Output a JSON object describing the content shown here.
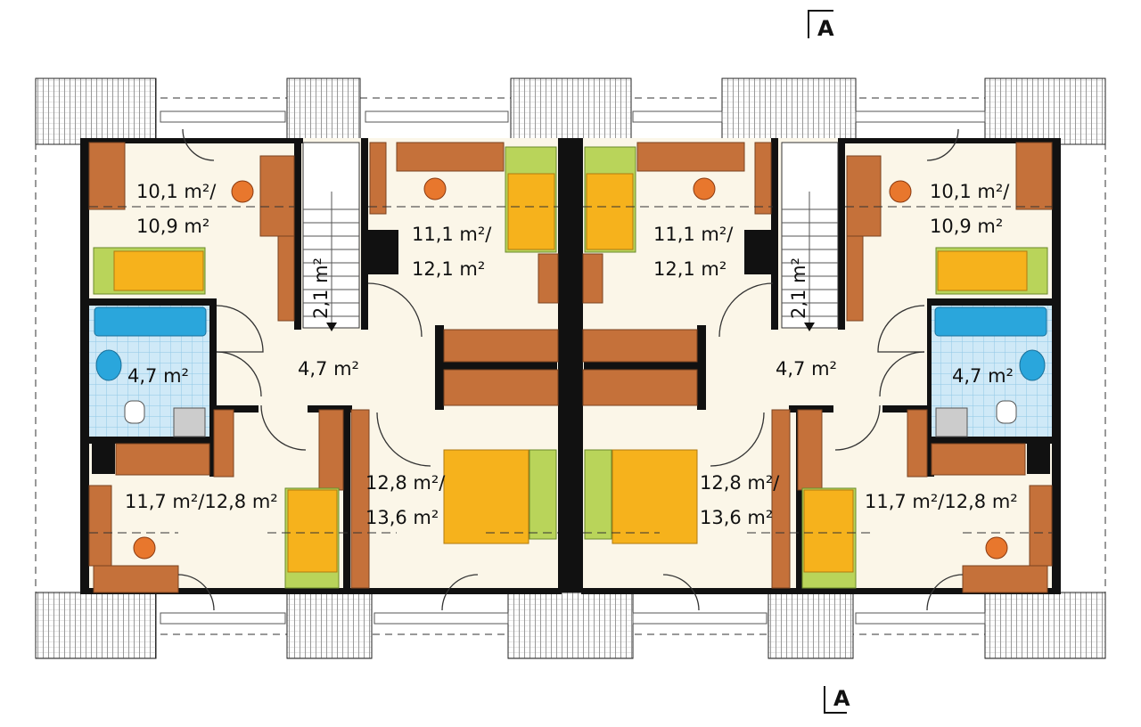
{
  "section_marks": [
    "A",
    "A"
  ],
  "rooms": {
    "left": {
      "bedroom_nw": {
        "line1": "10,1 m²/",
        "line2": "10,9 m²"
      },
      "bedroom_n": {
        "line1": "11,1 m²/",
        "line2": "12,1 m²"
      },
      "bathroom": "4,7 m²",
      "hall": "4,7 m²",
      "bedroom_sw": "11,7 m²/12,8 m²",
      "bedroom_s": {
        "line1": "12,8 m²/",
        "line2": "13,6 m²"
      },
      "stairs": "2,1 m²"
    },
    "right": {
      "bedroom_ne": {
        "line1": "10,1 m²/",
        "line2": "10,9 m²"
      },
      "bedroom_n": {
        "line1": "11,1 m²/",
        "line2": "12,1 m²"
      },
      "bathroom": "4,7 m²",
      "hall": "4,7 m²",
      "bedroom_se": "11,7 m²/12,8 m²",
      "bedroom_s": {
        "line1": "12,8 m²/",
        "line2": "13,6 m²"
      },
      "stairs": "2,1 m²"
    }
  },
  "colors": {
    "wall": "#111111",
    "floor": "#fbf6e8",
    "furniture": "#c5713a",
    "bed": "#f6b21c",
    "bed_green": "#b9d45a",
    "bath_tile": "#bfe3f5",
    "bath_fixture": "#2aa6dc",
    "chair": "#e8772d"
  }
}
